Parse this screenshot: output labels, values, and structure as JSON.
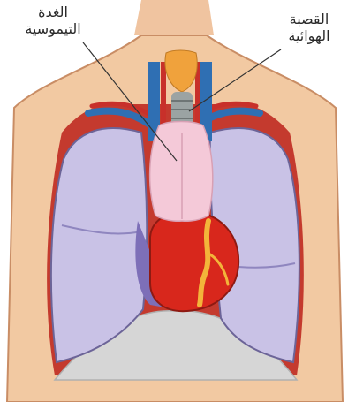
{
  "labels": {
    "thymus_line1": "الغدة",
    "thymus_line2": "التيموسية",
    "trachea_line1": "القصبة",
    "trachea_line2": "الهوائية"
  },
  "colors": {
    "skin": "#f2c9a2",
    "skin_shadow": "#d9a27a",
    "cavity": "#c43a2e",
    "lung": "#c9c2e6",
    "lung_shadow": "#8f86bf",
    "heart": "#d8271c",
    "heart_vessel": "#f3b43a",
    "thymus": "#f4c9d8",
    "trachea": "#9ba3a3",
    "thyroid": "#f0a23c",
    "vein": "#2f6fb3",
    "artery": "#c8302a"
  }
}
